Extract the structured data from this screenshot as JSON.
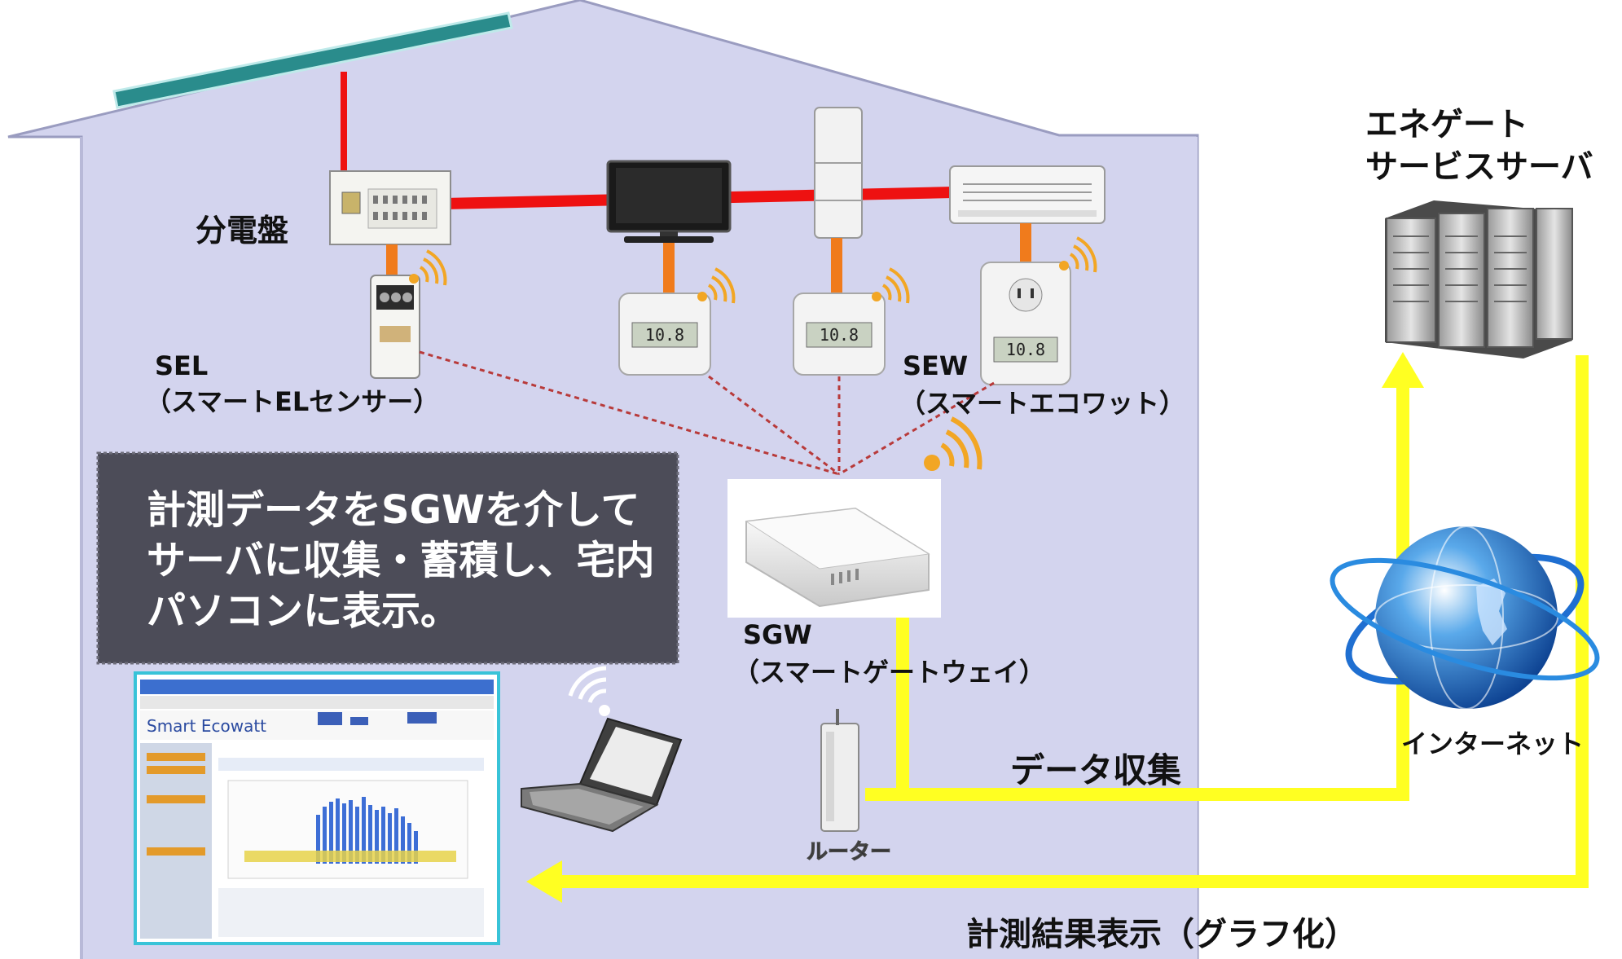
{
  "labels": {
    "panel": "分電盤",
    "sel_code": "SEL",
    "sel_name": "（スマートELセンサー）",
    "sew_code": "SEW",
    "sew_name": "（スマートエコワット）",
    "sgw_code": "SGW",
    "sgw_name": "（スマートゲートウェイ）",
    "router": "ルーター",
    "server_line1": "エネゲート",
    "server_line2": "サービスサーバ",
    "internet": "インターネット",
    "data_collection": "データ収集",
    "display": "計測結果表示（グラフ化）",
    "meter_reading": "10.8"
  },
  "callout": {
    "line1": "計測データをSGWを介して",
    "line2": "サーバに収集・蓄積し、宅内",
    "line3": "パソコンに表示。"
  },
  "screen": {
    "brand": "Smart Ecowatt"
  },
  "colors": {
    "house": "#d3d4ee",
    "roof_panel": "#2a8c8c",
    "power_line": "#ee1111",
    "device_link": "#f07b1c",
    "data_line": "#ffff22",
    "wireless": "#f2a624",
    "wireless_link": "#b83a3a",
    "callout_bg": "#4c4c58"
  }
}
